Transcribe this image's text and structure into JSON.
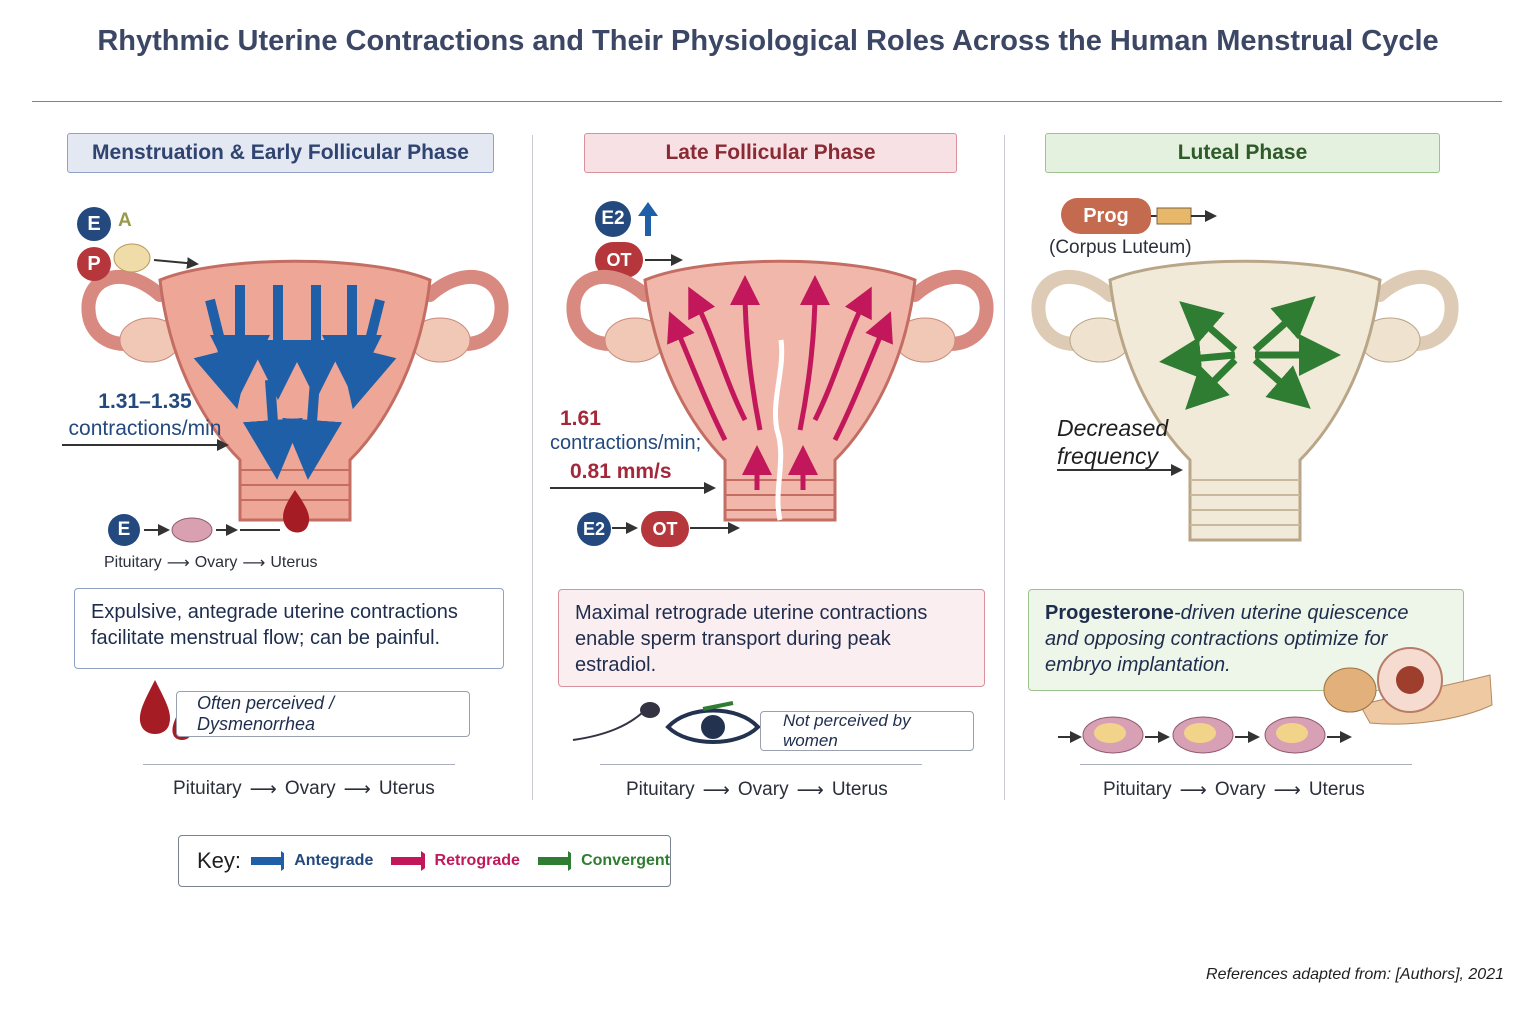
{
  "title": "Rhythmic Uterine Contractions and Their Physiological Roles Across the Human Menstrual Cycle",
  "phases": [
    {
      "header": "Menstruation & Early Follicular Phase",
      "hormone_top": [
        "E",
        "A",
        "P"
      ],
      "rate_line1": "1.31–1.35",
      "rate_line2": "contractions/min",
      "hormone_bottom": "E",
      "small_chain": [
        "Pituitary",
        "Ovary",
        "Uterus"
      ],
      "description": "Expulsive, antegrade uterine contractions facilitate menstrual flow; can be painful.",
      "perception": "Often perceived / Dysmenorrhea",
      "chain": [
        "Pituitary",
        "Ovary",
        "Uterus"
      ],
      "arrow_type": "Antegrade"
    },
    {
      "header": "Late Follicular Phase",
      "hormone_top": [
        "E2",
        "OT"
      ],
      "rate_line1": "1.61",
      "rate_line2": "contractions/min;",
      "rate_line3": "0.81 mm/s",
      "hormone_bottom": [
        "E2",
        "OT"
      ],
      "description": "Maximal retrograde uterine contractions enable sperm transport during peak estradiol.",
      "perception": "Not perceived by women",
      "chain": [
        "Pituitary",
        "Ovary",
        "Uterus"
      ],
      "arrow_type": "Retrograde"
    },
    {
      "header": "Luteal Phase",
      "hormone_top": "Prog",
      "source": "(Corpus Luteum)",
      "rate_line1": "Decreased",
      "rate_line2": "frequency",
      "description_bold": "Progesterone",
      "description": "-driven uterine quiescence and opposing contractions optimize for embryo implantation.",
      "chain": [
        "Pituitary",
        "Ovary",
        "Uterus"
      ],
      "arrow_type": "Convergent"
    }
  ],
  "key": {
    "label": "Key:",
    "items": [
      {
        "label": "Antegrade",
        "color": "#1f5fa8"
      },
      {
        "label": "Retrograde",
        "color": "#c2185b"
      },
      {
        "label": "Convergent",
        "color": "#2e7d32"
      }
    ]
  },
  "reference": "References adapted from: [Authors], 2021",
  "colors": {
    "antegrade": "#1f5fa8",
    "retrograde": "#c2185b",
    "convergent": "#2e7d32",
    "hdr1_bg": "#e3e8f3",
    "hdr2_bg": "#f8e1e4",
    "hdr3_bg": "#e4f1de"
  }
}
